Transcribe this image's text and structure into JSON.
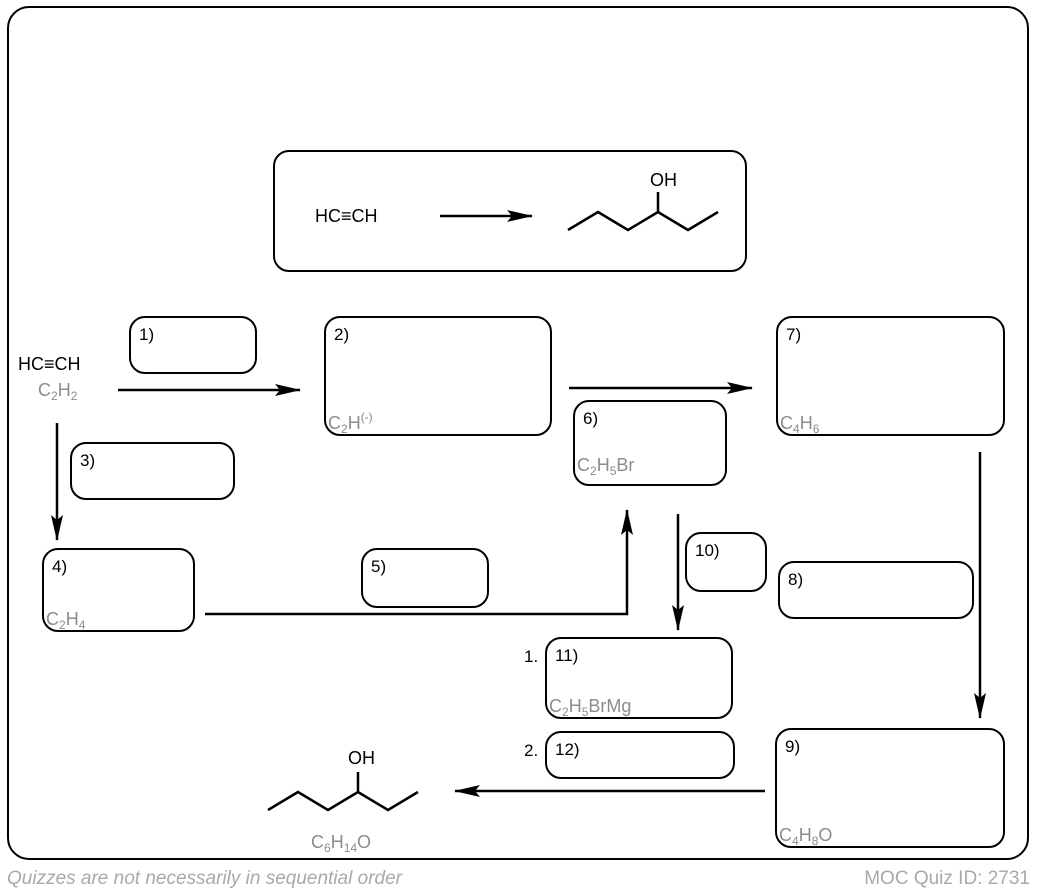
{
  "quiz": {
    "footer_note": "Quizzes are not necessarily in sequential order",
    "quiz_id_label": "MOC Quiz ID: 2731"
  },
  "overview": {
    "start_material": "HC≡CH",
    "product_label": "OH",
    "product_name": "3-hexanol"
  },
  "start": {
    "structure": "HC≡CH",
    "formula_parts": [
      "C",
      "2",
      "H",
      "2"
    ]
  },
  "boxes": [
    {
      "id": "1",
      "number": "1)",
      "formula": ""
    },
    {
      "id": "2",
      "number": "2)",
      "formula_html": "C<sub>2</sub>H<sup>(-)</sup>"
    },
    {
      "id": "3",
      "number": "3)",
      "formula": ""
    },
    {
      "id": "4",
      "number": "4)",
      "formula_html": "C<sub>2</sub>H<sub>4</sub>"
    },
    {
      "id": "5",
      "number": "5)",
      "formula": ""
    },
    {
      "id": "6",
      "number": "6)",
      "formula_html": "C<sub>2</sub>H<sub>5</sub>Br"
    },
    {
      "id": "7",
      "number": "7)",
      "formula_html": "C<sub>4</sub>H<sub>6</sub>"
    },
    {
      "id": "8",
      "number": "8)",
      "formula": ""
    },
    {
      "id": "9",
      "number": "9)",
      "formula_html": "C<sub>4</sub>H<sub>8</sub>O"
    },
    {
      "id": "10",
      "number": "10)",
      "formula": ""
    },
    {
      "id": "11",
      "number": "11)",
      "formula_html": "C<sub>2</sub>H<sub>5</sub>BrMg"
    },
    {
      "id": "12",
      "number": "12)",
      "formula": ""
    }
  ],
  "step_prefixes": {
    "step1": "1.",
    "step2": "2."
  },
  "product": {
    "oh_label": "OH",
    "formula_html": "C<sub>6</sub>H<sub>14</sub>O"
  },
  "colors": {
    "stroke": "#000000",
    "formula_gray": "#8c8c8c",
    "footer_gray": "#a9a9a9"
  }
}
